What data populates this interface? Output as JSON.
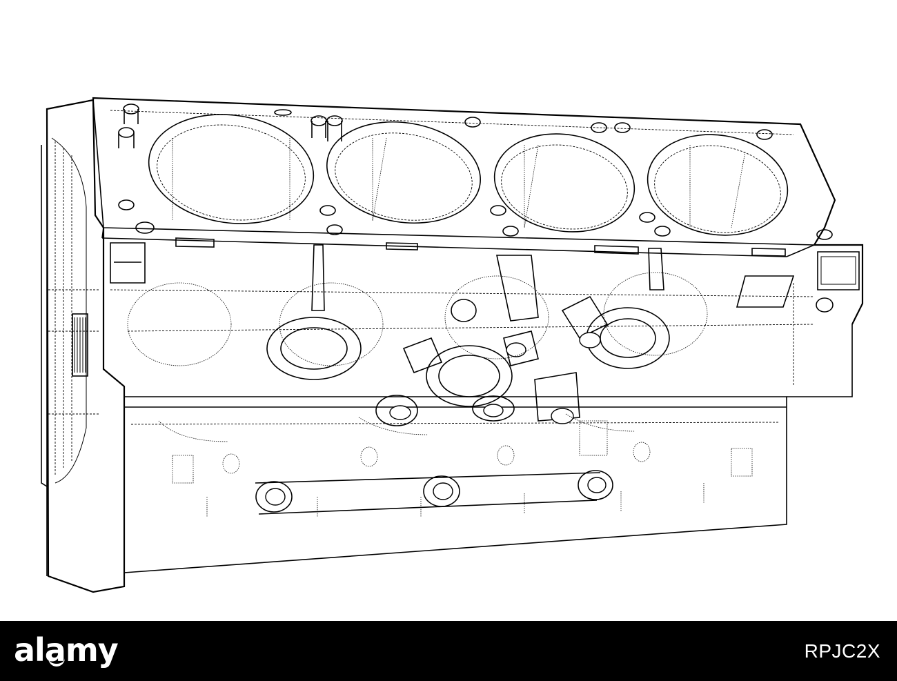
{
  "footer": {
    "brand_name": "alamy",
    "image_code": "RPJC2X"
  },
  "colors": {
    "line": "#000000",
    "background": "#ffffff",
    "footer_bg": "#000000",
    "footer_text": "#ffffff"
  },
  "illustration": {
    "bore_count": 4,
    "crank_pin_count": 4,
    "lower_bolt_count": 3
  }
}
